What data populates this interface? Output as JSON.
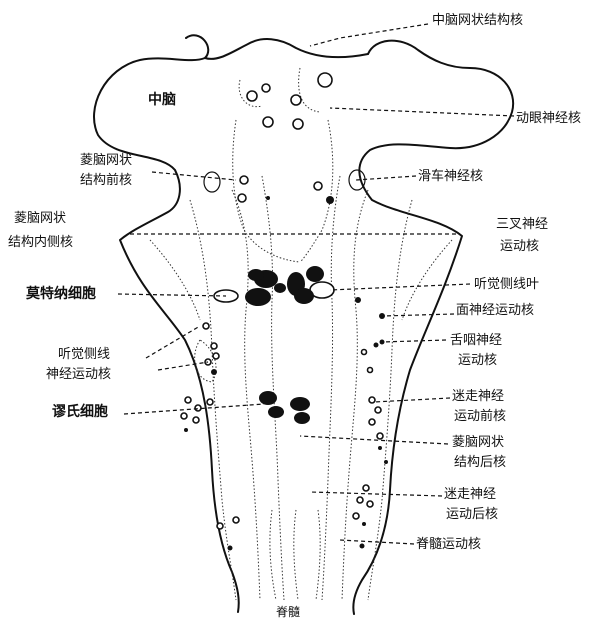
{
  "labels": {
    "midbrain_reticular": "中脑网状结构核",
    "midbrain": "中脑",
    "oculomotor": "动眼神经核",
    "rhomb_reticular_ant_l1": "菱脑网状",
    "rhomb_reticular_ant_l2": "结构前核",
    "trochlear": "滑车神经核",
    "rhomb_reticular_med_l1": "菱脑网状",
    "rhomb_reticular_med_l2": "结构内侧核",
    "trigeminal_l1": "三叉神经",
    "trigeminal_l2": "运动核",
    "mauthner": "莫特纳细胞",
    "lateral_line_lobe": "听觉侧线叶",
    "facial": "面神经运动核",
    "lateral_line_motor_l1": "听觉侧线",
    "lateral_line_motor_l2": "神经运动核",
    "glossopharyngeal_l1": "舌咽神经",
    "glossopharyngeal_l2": "运动核",
    "muller": "谬氏细胞",
    "vagus_ant_l1": "迷走神经",
    "vagus_ant_l2": "运动前核",
    "rhomb_reticular_post_l1": "菱脑网状",
    "rhomb_reticular_post_l2": "结构后核",
    "vagus_post_l1": "迷走神经",
    "vagus_post_l2": "运动后核",
    "spinal_motor": "脊髓运动核",
    "spinal_cord": "脊髓"
  },
  "colors": {
    "line": "#111111",
    "background": "#ffffff"
  }
}
